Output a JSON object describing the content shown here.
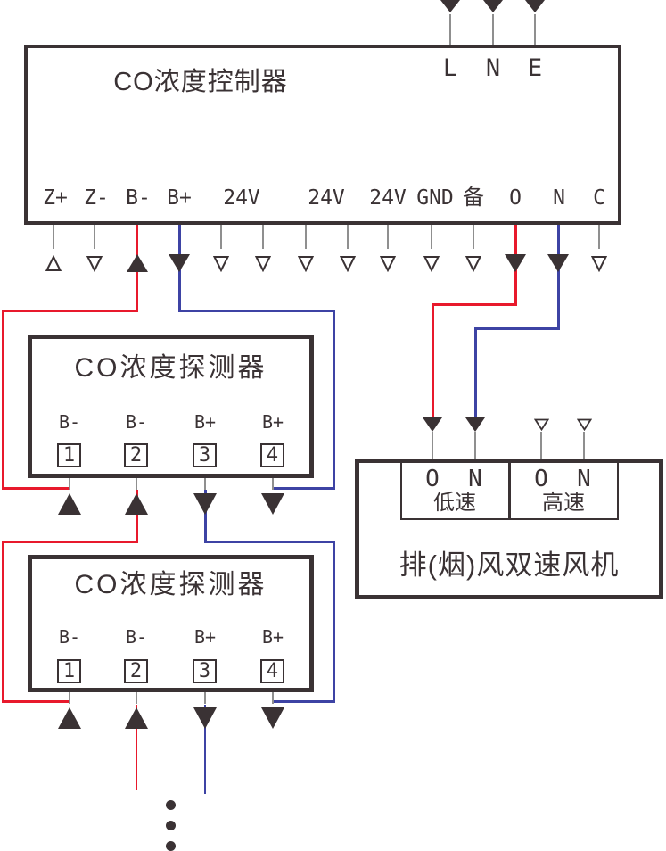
{
  "diagram": {
    "controller": {
      "title": "CO浓度控制器",
      "power_terminals": [
        "L",
        "N",
        "E"
      ],
      "terminals": [
        "Z+",
        "Z-",
        "B-",
        "B+",
        "24V",
        "24V",
        "24V",
        "GND",
        "备",
        "O",
        "N",
        "C"
      ]
    },
    "detector1": {
      "title": "CO浓度探测器",
      "terminal_labels": [
        "B-",
        "B-",
        "B+",
        "B+"
      ],
      "terminal_numbers": [
        "1",
        "2",
        "3",
        "4"
      ]
    },
    "detector2": {
      "title": "CO浓度探测器",
      "terminal_labels": [
        "B-",
        "B-",
        "B+",
        "B+"
      ],
      "terminal_numbers": [
        "1",
        "2",
        "3",
        "4"
      ]
    },
    "fan": {
      "title": "排(烟)风双速风机",
      "low_speed": {
        "terminal_o": "O",
        "terminal_n": "N",
        "label": "低速"
      },
      "high_speed": {
        "terminal_o": "O",
        "terminal_n": "N",
        "label": "高速"
      }
    },
    "colors": {
      "line": "#3a3234",
      "wire_red": "#e8192c",
      "wire_blue": "#3d43a4"
    }
  }
}
